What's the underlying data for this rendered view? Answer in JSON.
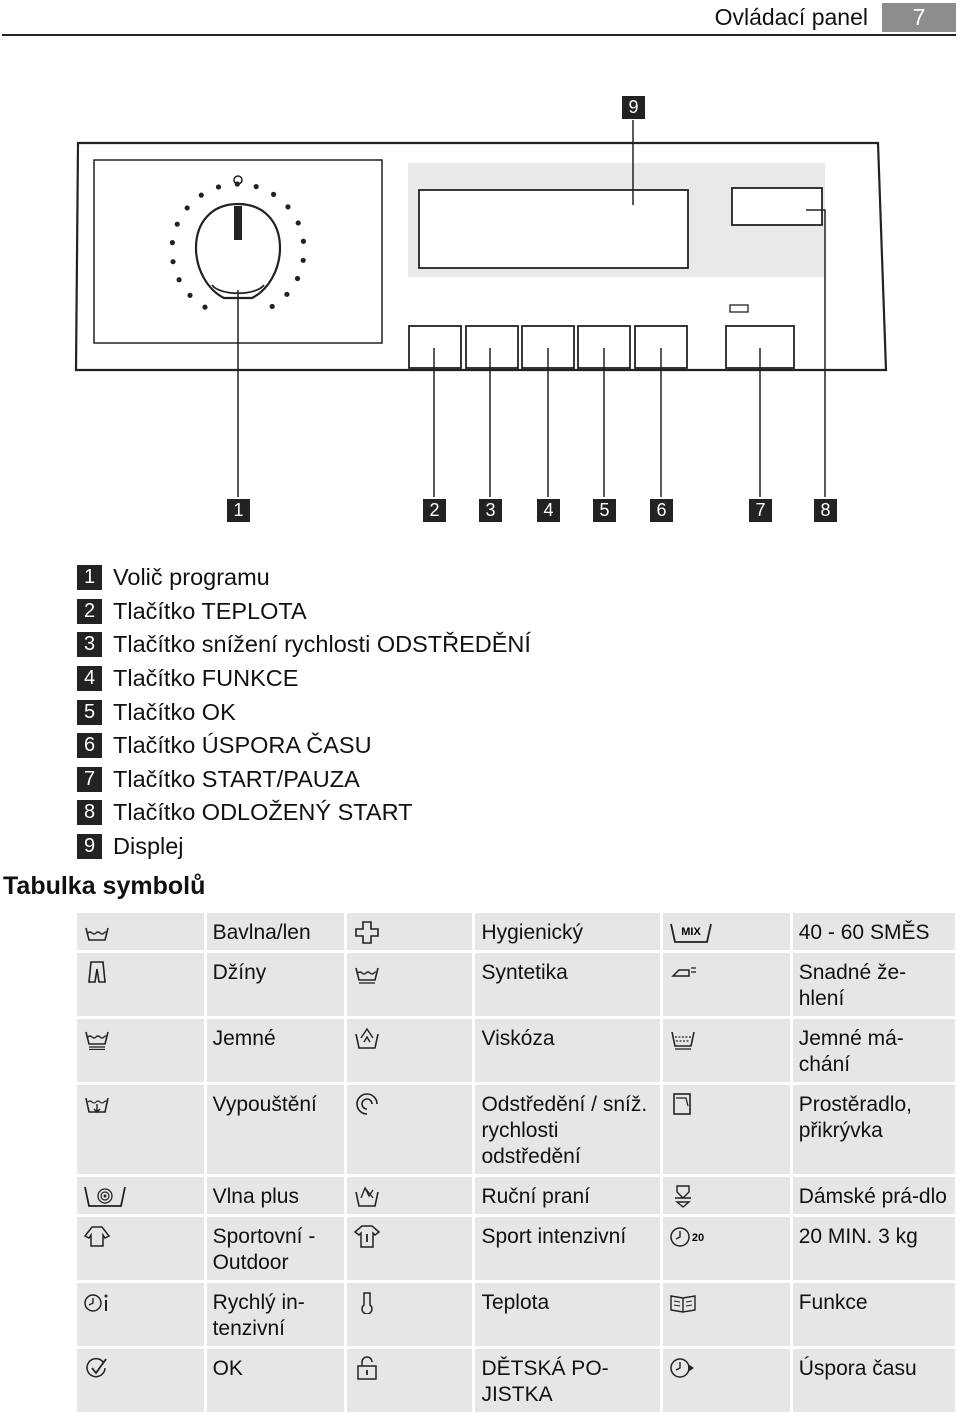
{
  "header": {
    "title": "Ovládací panel",
    "page_number": "7"
  },
  "callouts": [
    "1",
    "2",
    "3",
    "4",
    "5",
    "6",
    "7",
    "8",
    "9"
  ],
  "legend": [
    {
      "num": "1",
      "label": "Volič programu"
    },
    {
      "num": "2",
      "label": "Tlačítko TEPLOTA"
    },
    {
      "num": "3",
      "label": "Tlačítko snížení rychlosti ODSTŘEDĚNÍ"
    },
    {
      "num": "4",
      "label": "Tlačítko FUNKCE"
    },
    {
      "num": "5",
      "label": "Tlačítko OK"
    },
    {
      "num": "6",
      "label": "Tlačítko ÚSPORA ČASU"
    },
    {
      "num": "7",
      "label": "Tlačítko START/PAUZA"
    },
    {
      "num": "8",
      "label": "Tlačítko ODLOŽENÝ START"
    },
    {
      "num": "9",
      "label": "Displej"
    }
  ],
  "symbols_title": "Tabulka symbolů",
  "symbols": [
    [
      {
        "icon": "cotton-tub-icon",
        "label": "Bavlna/len"
      },
      {
        "icon": "hygiene-cross-icon",
        "label": "Hygienický"
      },
      {
        "icon": "mix-tub-icon",
        "label": "40 - 60 SMĚS",
        "icon_text": "MIX"
      }
    ],
    [
      {
        "icon": "jeans-icon",
        "label": "Džíny"
      },
      {
        "icon": "synthetics-tub-icon",
        "label": "Syntetika"
      },
      {
        "icon": "easy-iron-icon",
        "label": "Snadné že-hlení"
      }
    ],
    [
      {
        "icon": "delicates-tub-icon",
        "label": "Jemné"
      },
      {
        "icon": "viscose-icon",
        "label": "Viskóza"
      },
      {
        "icon": "gentle-rinse-icon",
        "label": "Jemné má-chání"
      }
    ],
    [
      {
        "icon": "drain-icon",
        "label": "Vypouštění"
      },
      {
        "icon": "spin-icon",
        "label": "Odstředění / sníž. rychlosti odstředění"
      },
      {
        "icon": "dispenser-lid-icon",
        "label": "Prostěradlo, přikrývka"
      }
    ],
    [
      {
        "icon": "wool-plus-icon",
        "label": "Vlna plus"
      },
      {
        "icon": "hand-wash-icon",
        "label": "Ruční praní"
      },
      {
        "icon": "lingerie-icon",
        "label": "Dámské prá-dlo"
      }
    ],
    [
      {
        "icon": "sportswear-icon",
        "label": "Sportovní - Outdoor"
      },
      {
        "icon": "sport-shirt-icon",
        "label": "Sport intenzivní"
      },
      {
        "icon": "timer-20-icon",
        "label": "20 MIN. 3 kg",
        "icon_text": "20"
      }
    ],
    [
      {
        "icon": "quick-intensive-icon",
        "label": "Rychlý in-tenzivní"
      },
      {
        "icon": "thermometer-icon",
        "label": "Teplota"
      },
      {
        "icon": "options-book-icon",
        "label": "Funkce"
      }
    ],
    [
      {
        "icon": "ok-check-icon",
        "label": "OK"
      },
      {
        "icon": "child-lock-icon",
        "label": "DĚTSKÁ PO-JISTKA"
      },
      {
        "icon": "time-save-icon",
        "label": "Úspora času"
      }
    ]
  ]
}
